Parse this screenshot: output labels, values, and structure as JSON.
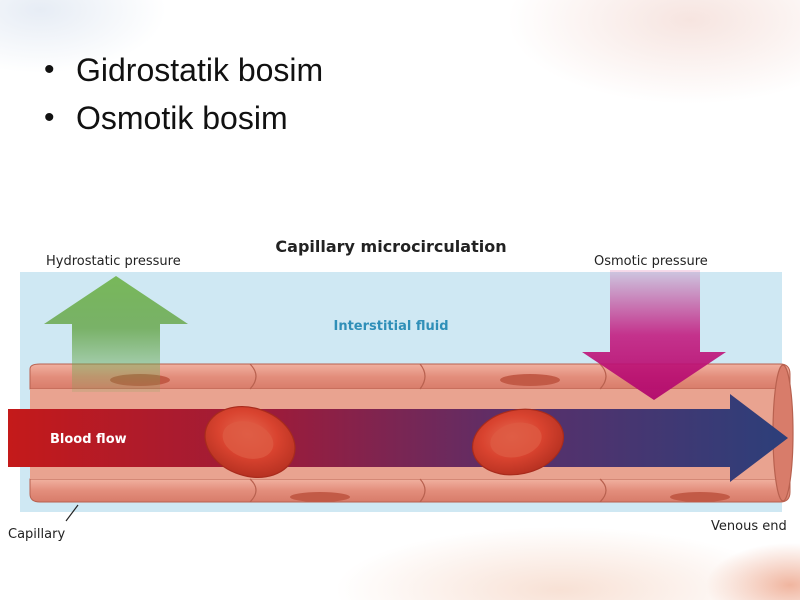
{
  "slide": {
    "bullets": [
      "Gidrostatik bosim",
      "Osmotik bosim"
    ]
  },
  "diagram": {
    "title": "Capillary microcirculation",
    "labels": {
      "hydrostatic_pressure": "Hydrostatic pressure",
      "osmotic_pressure": "Osmotic pressure",
      "interstitial_fluid": "Interstitial fluid",
      "blood_flow": "Blood flow",
      "capillary": "Capillary",
      "venous_end": "Venous end"
    },
    "colors": {
      "interstitial_fluid": "#cfe8f3",
      "hydrostatic_arrow": "#6aa84f",
      "osmotic_arrow": "#c2127a",
      "vessel_wall": "#e89a88",
      "blood_flow_start": "#c41a1a",
      "blood_flow_end": "#2c3f7a",
      "red_cell": "#d9432f"
    }
  }
}
